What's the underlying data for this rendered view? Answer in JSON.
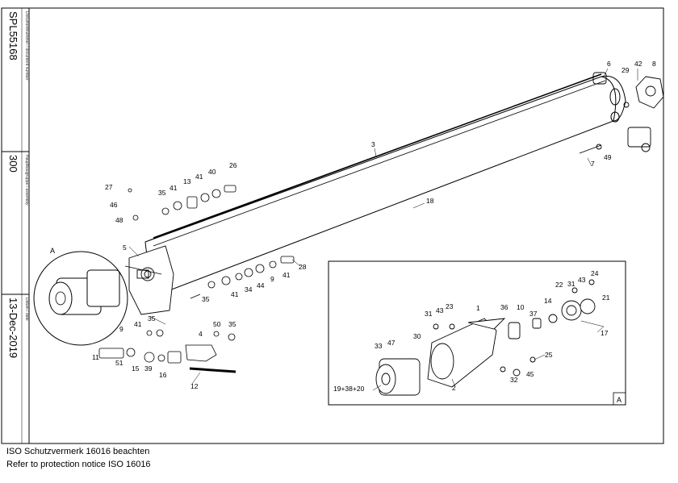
{
  "title_block": {
    "doc_number": "SPL55168",
    "doc_number_label": "Dokumentnummer / document number",
    "assembly": "300",
    "assembly_label": "Hauptbaugruppe / assembly",
    "date": "13-Dec-2019",
    "date_label": "Datum / date"
  },
  "detail_label": "A",
  "detail_frame_label": "A",
  "footer": {
    "line1": "ISO Schutzvermerk 16016 beachten",
    "line2": "Refer to protection notice ISO 16016"
  },
  "callouts": {
    "c6": "6",
    "c29": "29",
    "c42": "42",
    "c8": "8",
    "c3": "3",
    "c7": "7",
    "c49": "49",
    "c18": "18",
    "c27": "27",
    "c46": "46",
    "c48": "48",
    "c35a": "35",
    "c41a": "41",
    "c13": "13",
    "c41b": "41",
    "c40": "40",
    "c26": "26",
    "c5": "5",
    "c28": "28",
    "c41c": "41",
    "c9a": "9",
    "c44": "44",
    "c34": "34",
    "c41d": "41",
    "c35b": "35",
    "c35c": "35",
    "c41e": "41",
    "c9b": "9",
    "c50": "50",
    "c35d": "35",
    "c4": "4",
    "c11": "11",
    "c51": "51",
    "c15": "15",
    "c39": "39",
    "c16": "16",
    "c12": "12",
    "c24": "24",
    "c22": "22",
    "c31a": "31",
    "c43a": "43",
    "c21": "21",
    "c1": "1",
    "c31b": "31",
    "c43b": "43",
    "c23": "23",
    "c36": "36",
    "c10": "10",
    "c37": "37",
    "c14": "14",
    "c17": "17",
    "c30": "30",
    "c33": "33",
    "c47": "47",
    "c25": "25",
    "c45": "45",
    "c32": "32",
    "c2": "2",
    "c19": "19+38+20"
  }
}
